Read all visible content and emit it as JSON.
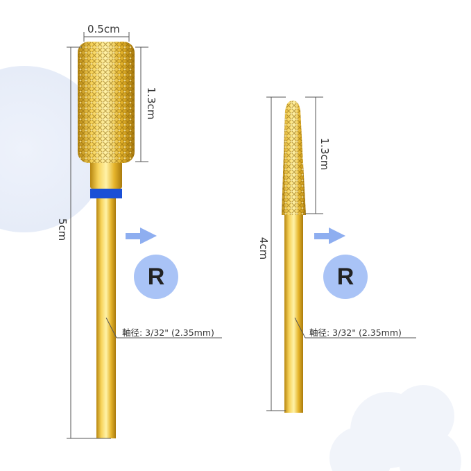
{
  "bits": [
    {
      "head_width_label": "0.5cm",
      "head_length_label": "1.3cm",
      "total_length_label": "5cm",
      "shaft_label": "軸径: 3/32\" (2.35mm)",
      "direction_badge": "R",
      "direction_icon": "arrow-right-icon"
    },
    {
      "head_length_label": "1.3cm",
      "total_length_label": "4cm",
      "shaft_label": "軸径: 3/32\" (2.35mm)",
      "direction_badge": "R",
      "direction_icon": "arrow-right-icon"
    }
  ],
  "colors": {
    "gold_light": "#fbe17a",
    "gold_mid": "#e6b52c",
    "gold_dark": "#b7860f",
    "band_blue": "#1a4fd6",
    "badge_blue": "#a9c3f6",
    "arrow_blue": "#8eaef0",
    "line": "#555555"
  }
}
